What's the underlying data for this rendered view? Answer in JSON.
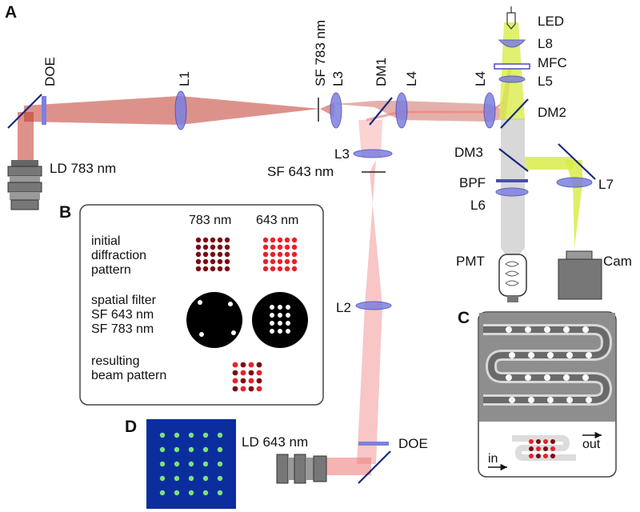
{
  "panels": {
    "a": "A",
    "b": "B",
    "c": "C",
    "d": "D"
  },
  "labels": {
    "doe_783": "DOE",
    "l1": "L1",
    "sf_783_top": "SF 783 nm",
    "l3_top": "L3",
    "dm1": "DM1",
    "l4_left": "L4",
    "l4_right": "L4",
    "led": "LED",
    "l8": "L8",
    "mfc": "MFC",
    "l5": "L5",
    "dm2": "DM2",
    "ld_783": "LD 783 nm",
    "l3_lower": "L3",
    "sf_643": "SF 643 nm",
    "dm3": "DM3",
    "bpf": "BPF",
    "l6": "L6",
    "l7": "L7",
    "pmt": "PMT",
    "cam": "Cam",
    "l2": "L2",
    "ld_643": "LD 643 nm",
    "doe_643": "DOE"
  },
  "inset_b": {
    "col_783": "783 nm",
    "col_643": "643 nm",
    "row_initial": [
      "initial",
      "diffraction",
      "pattern"
    ],
    "row_filter": [
      "spatial filter",
      "SF 643 nm",
      "SF 783 nm"
    ],
    "row_result": [
      "resulting",
      "beam pattern"
    ]
  },
  "inset_c": {
    "in": "in",
    "out": "out"
  },
  "colors": {
    "beam_783": "#c0392b",
    "beam_643": "#f08080",
    "led_light": "#d9ec4a",
    "lens": "#7d7fe0",
    "dark_red": "#7a0a14",
    "bright_red": "#e8202a"
  }
}
